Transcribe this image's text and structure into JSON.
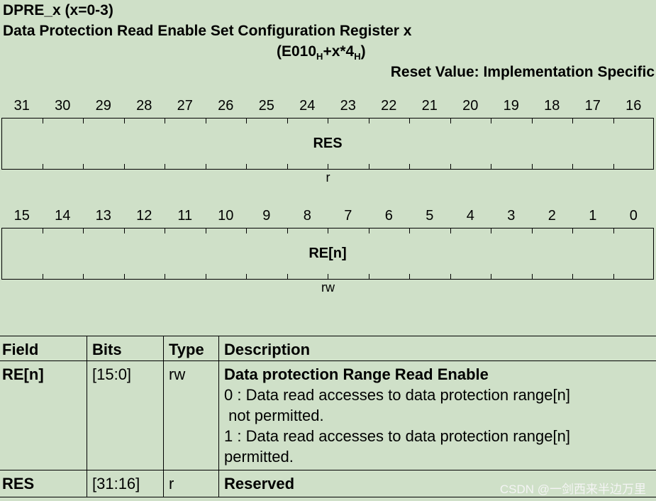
{
  "header": {
    "register_name": "DPRE_x (x=0-3)",
    "register_title": "Data Protection Read Enable Set Configuration Register x",
    "address_prefix": "(E010",
    "address_sub1": "H",
    "address_mid": "+x*4",
    "address_sub2": "H",
    "address_suffix": ")",
    "reset_value": "Reset Value: Implementation Specific"
  },
  "upper_register": {
    "bits": [
      "31",
      "30",
      "29",
      "28",
      "27",
      "26",
      "25",
      "24",
      "23",
      "22",
      "21",
      "20",
      "19",
      "18",
      "17",
      "16"
    ],
    "field": "RES",
    "access": "r"
  },
  "lower_register": {
    "bits": [
      "15",
      "14",
      "13",
      "12",
      "11",
      "10",
      "9",
      "8",
      "7",
      "6",
      "5",
      "4",
      "3",
      "2",
      "1",
      "0"
    ],
    "field": "RE[n]",
    "access": "rw"
  },
  "table": {
    "headers": [
      "Field",
      "Bits",
      "Type",
      "Description"
    ],
    "rows": [
      {
        "field": "RE[n]",
        "bits": "[15:0]",
        "type": "rw",
        "desc_title": "Data protection Range Read Enable",
        "desc_lines": [
          "0 : Data read accesses to data protection range[n]",
          " not permitted.",
          "1 : Data read accesses to data protection range[n]",
          "permitted."
        ]
      },
      {
        "field": "RES",
        "bits": "[31:16]",
        "type": "r",
        "desc_title": "Reserved",
        "desc_lines": []
      }
    ]
  },
  "watermark": "CSDN @一剑西来半边万里"
}
